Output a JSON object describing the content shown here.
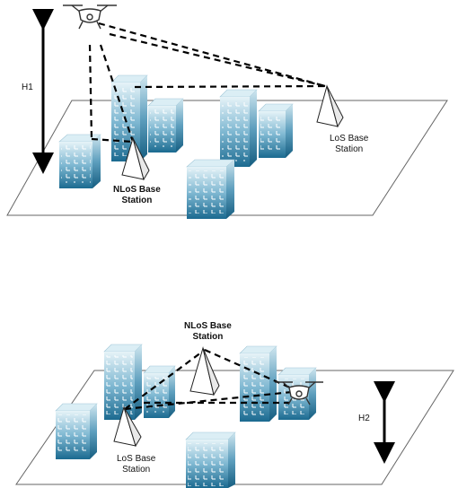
{
  "top": {
    "height_label": "H1",
    "nlos_label_line1": "NLoS Base",
    "nlos_label_line2": "Station",
    "los_label_line1": "LoS Base",
    "los_label_line2": "Station"
  },
  "bottom": {
    "height_label": "H2",
    "nlos_label_line1": "NLoS Base",
    "nlos_label_line2": "Station",
    "los_label_line1": "LoS Base",
    "los_label_line2": "Station"
  },
  "colors": {
    "building_top": "#d7ecf4",
    "building_light": "#dff0f6",
    "building_dark": "#1f6f94",
    "outline": "#444444"
  }
}
